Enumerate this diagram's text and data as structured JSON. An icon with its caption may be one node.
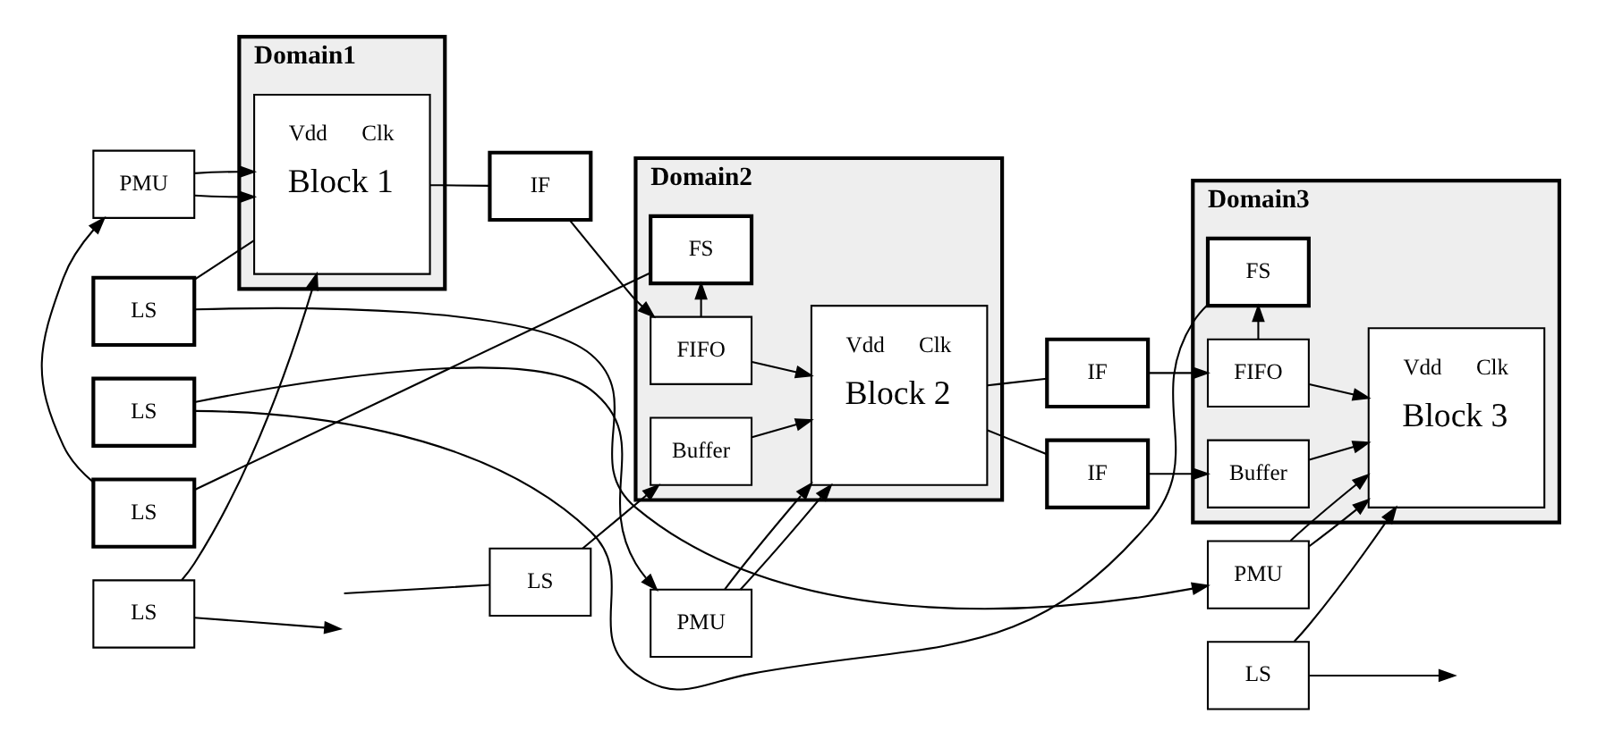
{
  "diagram": {
    "nodes": [
      {
        "text": [
          "PMU"
        ]
      },
      {
        "text": [
          "LS"
        ]
      },
      {
        "text": [
          "LS"
        ]
      },
      {
        "text": [
          "PMU"
        ]
      },
      {
        "text": [
          "LS"
        ]
      },
      {
        "text": [
          "PMU"
        ]
      },
      {
        "text": [
          "Domain1"
        ]
      },
      {
        "text": [
          "Vdd",
          "Clk",
          "Block 1"
        ],
        "in": 6
      },
      {
        "text": [
          "IF"
        ]
      },
      {
        "text": [
          "Domain2"
        ]
      },
      {
        "text": [
          "FS"
        ],
        "in": 9
      },
      {
        "text": [
          "FIFO"
        ],
        "in": 9
      },
      {
        "text": [
          "Buffer"
        ],
        "in": 9
      },
      {
        "text": [
          "Vdd",
          "Clk",
          "Block 2"
        ],
        "in": 9
      },
      {
        "text": [
          "IF"
        ]
      },
      {
        "text": [
          "IF"
        ]
      },
      {
        "text": [
          "Domain3"
        ]
      },
      {
        "text": [
          "FS"
        ],
        "in": 16
      },
      {
        "text": [
          "FIFO"
        ],
        "in": 16
      },
      {
        "text": [
          "Buffer"
        ],
        "in": 16
      },
      {
        "text": [
          "Vdd",
          "Clk",
          "Block 3"
        ],
        "in": 16
      },
      {
        "text": [
          "LS"
        ]
      },
      {
        "text": [
          "LS"
        ]
      },
      {
        "text": [
          "LS"
        ]
      }
    ],
    "edges": [
      {
        "from": 0,
        "to": 7,
        "arrow": "to"
      },
      {
        "from": 0,
        "to": 7,
        "arrow": "to"
      },
      {
        "from": 3,
        "to": 13,
        "arrow": "to"
      },
      {
        "from": 3,
        "to": 13,
        "arrow": "to"
      },
      {
        "from": 5,
        "to": 20,
        "arrow": "to"
      },
      {
        "from": 5,
        "to": 20,
        "arrow": "to"
      },
      {
        "from": 7,
        "to": 1,
        "arrow": "none"
      },
      {
        "from": 1,
        "to": 5,
        "arrow": "to"
      },
      {
        "from": 7,
        "to": 8,
        "arrow": "none"
      },
      {
        "from": 8,
        "to": 11,
        "arrow": "to"
      },
      {
        "from": 11,
        "to": 10,
        "arrow": "to"
      },
      {
        "from": 10,
        "to": 2,
        "arrow": "none"
      },
      {
        "from": 2,
        "to": 0,
        "arrow": "to"
      },
      {
        "from": 11,
        "to": 13,
        "arrow": "to"
      },
      {
        "from": 12,
        "to": 13,
        "arrow": "to"
      },
      {
        "from": null,
        "to": 22,
        "arrow": "none"
      },
      {
        "from": 22,
        "to": 12,
        "arrow": "to"
      },
      {
        "from": 13,
        "to": 14,
        "arrow": "none"
      },
      {
        "from": 14,
        "to": 18,
        "arrow": "to"
      },
      {
        "from": 13,
        "to": 15,
        "arrow": "none"
      },
      {
        "from": 15,
        "to": 19,
        "arrow": "to"
      },
      {
        "from": 18,
        "to": 17,
        "arrow": "to"
      },
      {
        "from": 17,
        "to": 4,
        "arrow": "none"
      },
      {
        "from": 4,
        "to": 3,
        "arrow": "to"
      },
      {
        "from": 18,
        "to": 20,
        "arrow": "to"
      },
      {
        "from": 19,
        "to": 20,
        "arrow": "to"
      },
      {
        "from": 21,
        "to": 7,
        "arrow": "to"
      },
      {
        "from": 21,
        "to": null,
        "arrow": "to"
      },
      {
        "from": 23,
        "to": 20,
        "arrow": "to"
      },
      {
        "from": 23,
        "to": null,
        "arrow": "to"
      }
    ]
  }
}
